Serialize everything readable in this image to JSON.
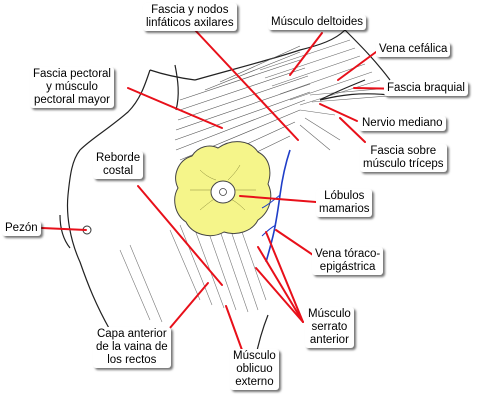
{
  "colors": {
    "leader": "#e8101a",
    "outline": "#222222",
    "gland": "#f5f58a",
    "vein": "#1f3ec8",
    "label_bg": "#ffffff"
  },
  "labels": {
    "fascia_axilares": [
      "Fascia y nodos",
      "linfáticos axilares"
    ],
    "musculo_deltoides": [
      "Músculo deltoides"
    ],
    "vena_cefalica": [
      "Vena cefálica"
    ],
    "fascia_pectoral": [
      "Fascia pectoral",
      "y músculo",
      "pectoral mayor"
    ],
    "fascia_braquial": [
      "Fascia braquial"
    ],
    "nervio_mediano": [
      "Nervio mediano"
    ],
    "fascia_triceps": [
      "Fascia sobre",
      "músculo tríceps"
    ],
    "reborde_costal": [
      "Reborde",
      "costal"
    ],
    "lobulos_mamarios": [
      "Lóbulos",
      "mamarios"
    ],
    "pezon": [
      "Pezón"
    ],
    "vena_toraco": [
      "Vena tóraco-",
      "epigástrica"
    ],
    "musculo_serrato": [
      "Músculo",
      "serrato",
      "anterior"
    ],
    "capa_anterior": [
      "Capa anterior",
      "de la vaina de",
      "los rectos"
    ],
    "musculo_oblicuo": [
      "Músculo",
      "oblicuo",
      "externo"
    ]
  }
}
